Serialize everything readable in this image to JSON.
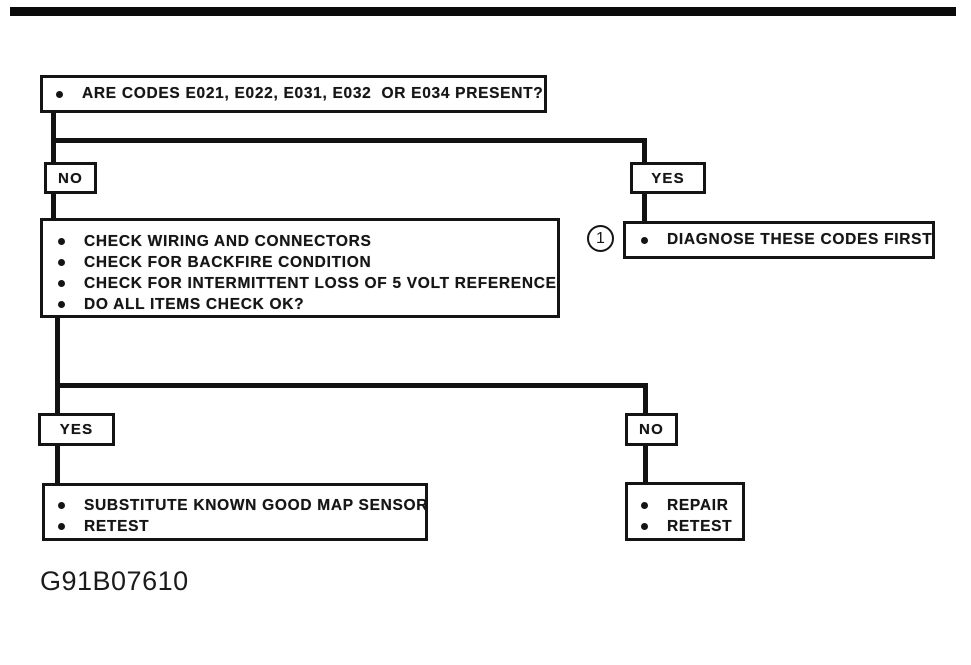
{
  "page": {
    "background": "#ffffff",
    "ink": "#141414"
  },
  "flowchart": {
    "figure_id": "G91B07610",
    "question_box": {
      "text": "ARE CODES E021, E022, E031, E032  OR E034 PRESENT?"
    },
    "branch_1": {
      "no": "NO",
      "yes": "YES"
    },
    "check_box": {
      "items": [
        "CHECK WIRING AND CONNECTORS",
        "CHECK FOR BACKFIRE CONDITION",
        "CHECK FOR INTERMITTENT LOSS OF 5 VOLT REFERENCE",
        "DO ALL ITEMS CHECK OK?"
      ]
    },
    "diagnose_box": {
      "footnote": "1",
      "text": "DIAGNOSE THESE CODES FIRST"
    },
    "branch_2": {
      "yes": "YES",
      "no": "NO"
    },
    "substitute_box": {
      "items": [
        "SUBSTITUTE KNOWN GOOD MAP SENSOR",
        "RETEST"
      ]
    },
    "repair_box": {
      "items": [
        "REPAIR",
        "RETEST"
      ]
    }
  }
}
